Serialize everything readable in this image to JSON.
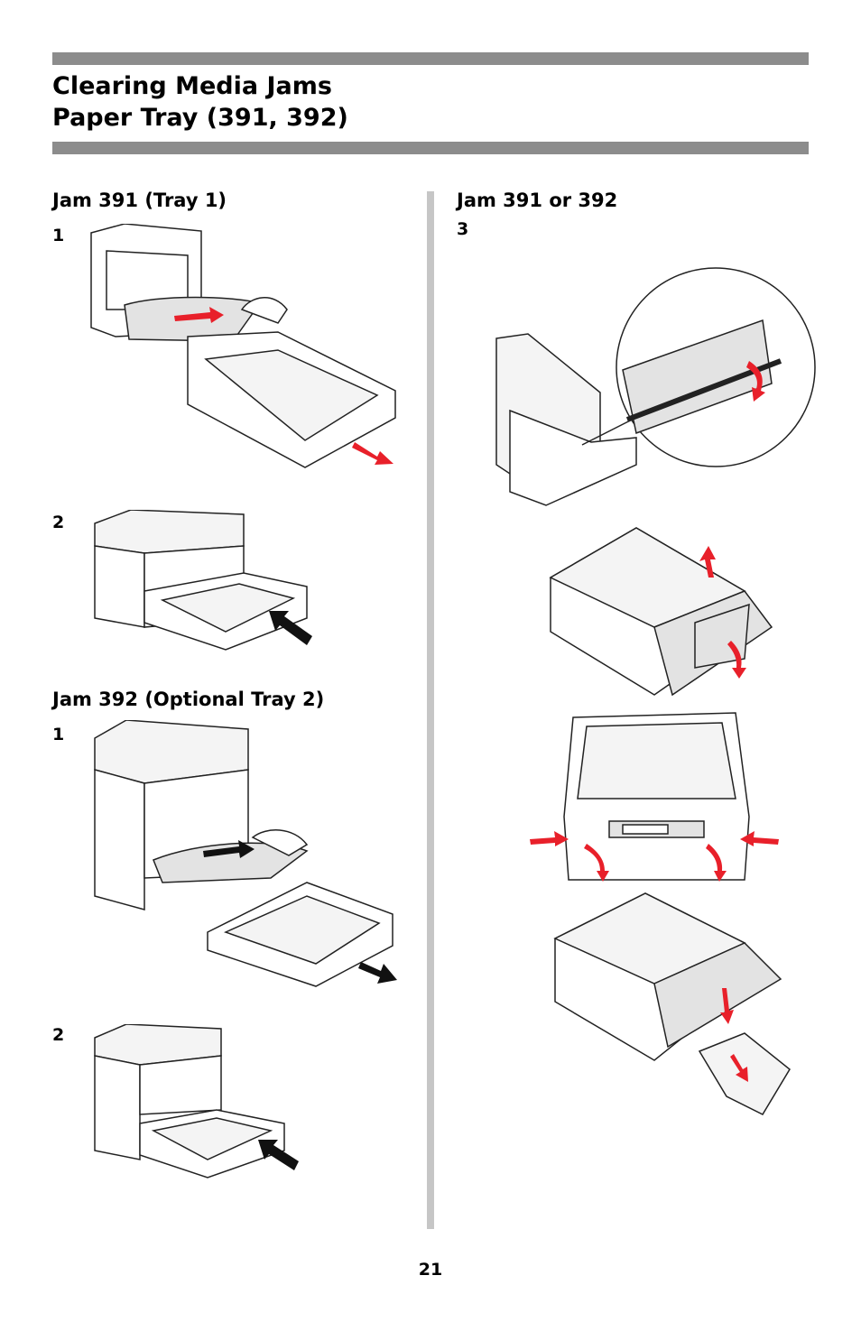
{
  "header": {
    "title_line1": "Clearing Media Jams",
    "title_line2": "Paper Tray (391, 392)"
  },
  "left": {
    "section1": {
      "heading": "Jam 391 (Tray 1)",
      "steps": [
        "1",
        "2"
      ]
    },
    "section2": {
      "heading": "Jam 392 (Optional Tray 2)",
      "steps": [
        "1",
        "2"
      ]
    }
  },
  "right": {
    "heading": "Jam 391 or 392",
    "step": "3"
  },
  "footer": {
    "page_number": "21"
  },
  "colors": {
    "rule": "#8c8c8c",
    "divider": "#c6c6c6",
    "arrow_red": "#e8202a"
  }
}
